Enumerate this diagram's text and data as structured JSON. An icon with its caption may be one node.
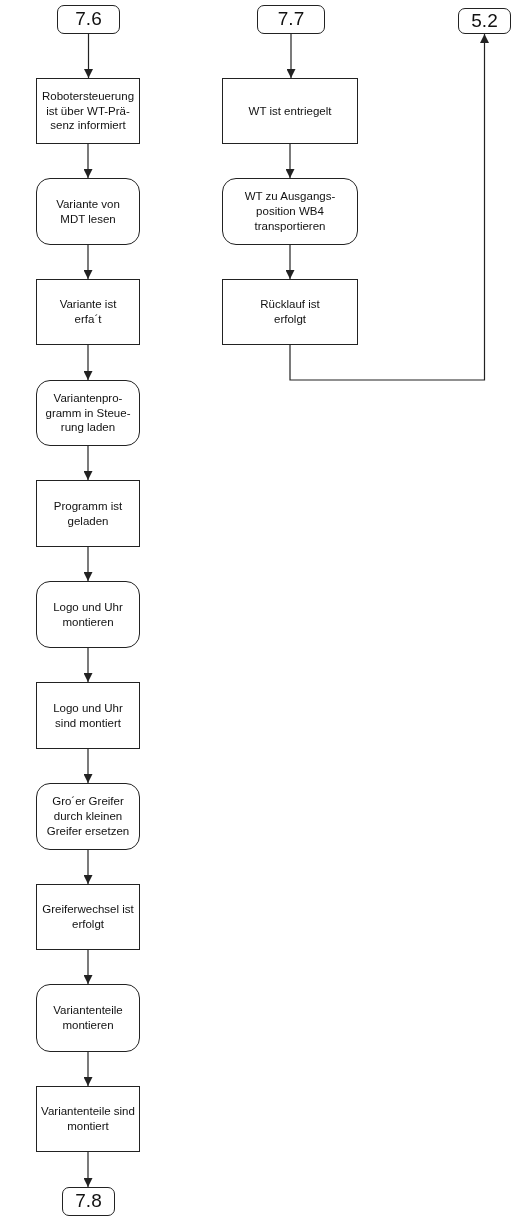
{
  "diagram": {
    "nodes": [
      {
        "text": [
          "7.6"
        ]
      },
      {
        "text": [
          "Robotersteuerung ist über WT-Prä- senz informiert"
        ]
      },
      {
        "text": [
          "Variante von MDT lesen"
        ]
      },
      {
        "text": [
          "Variante ist erfa´t"
        ]
      },
      {
        "text": [
          "Variantenpro- gramm in Steue- rung laden"
        ]
      },
      {
        "text": [
          "Programm ist geladen"
        ]
      },
      {
        "text": [
          "Logo und Uhr montieren"
        ]
      },
      {
        "text": [
          "Logo und Uhr sind montiert"
        ]
      },
      {
        "text": [
          "Gro´er Greifer durch kleinen Greifer ersetzen"
        ]
      },
      {
        "text": [
          "Greiferwechsel ist erfolgt"
        ]
      },
      {
        "text": [
          "Variantenteile montieren"
        ]
      },
      {
        "text": [
          "Variantenteile sind montiert"
        ]
      },
      {
        "text": [
          "7.8"
        ]
      },
      {
        "text": [
          "7.7"
        ]
      },
      {
        "text": [
          "WT ist entriegelt"
        ]
      },
      {
        "text": [
          "WT zu Ausgangs- position WB4 transportieren"
        ]
      },
      {
        "text": [
          "Rücklauf ist erfolgt"
        ]
      },
      {
        "text": [
          "5.2"
        ]
      }
    ],
    "edges": [
      {
        "from": 0,
        "to": 1,
        "arrow": "to"
      },
      {
        "from": 1,
        "to": 2,
        "arrow": "to"
      },
      {
        "from": 2,
        "to": 3,
        "arrow": "to"
      },
      {
        "from": 3,
        "to": 4,
        "arrow": "to"
      },
      {
        "from": 4,
        "to": 5,
        "arrow": "to"
      },
      {
        "from": 5,
        "to": 6,
        "arrow": "to"
      },
      {
        "from": 6,
        "to": 7,
        "arrow": "to"
      },
      {
        "from": 7,
        "to": 8,
        "arrow": "to"
      },
      {
        "from": 8,
        "to": 9,
        "arrow": "to"
      },
      {
        "from": 9,
        "to": 10,
        "arrow": "to"
      },
      {
        "from": 10,
        "to": 11,
        "arrow": "to"
      },
      {
        "from": 11,
        "to": 12,
        "arrow": "to"
      },
      {
        "from": 13,
        "to": 14,
        "arrow": "to"
      },
      {
        "from": 14,
        "to": 15,
        "arrow": "to"
      },
      {
        "from": 15,
        "to": 16,
        "arrow": "to"
      },
      {
        "from": 16,
        "to": 17,
        "arrow": "to"
      }
    ]
  }
}
